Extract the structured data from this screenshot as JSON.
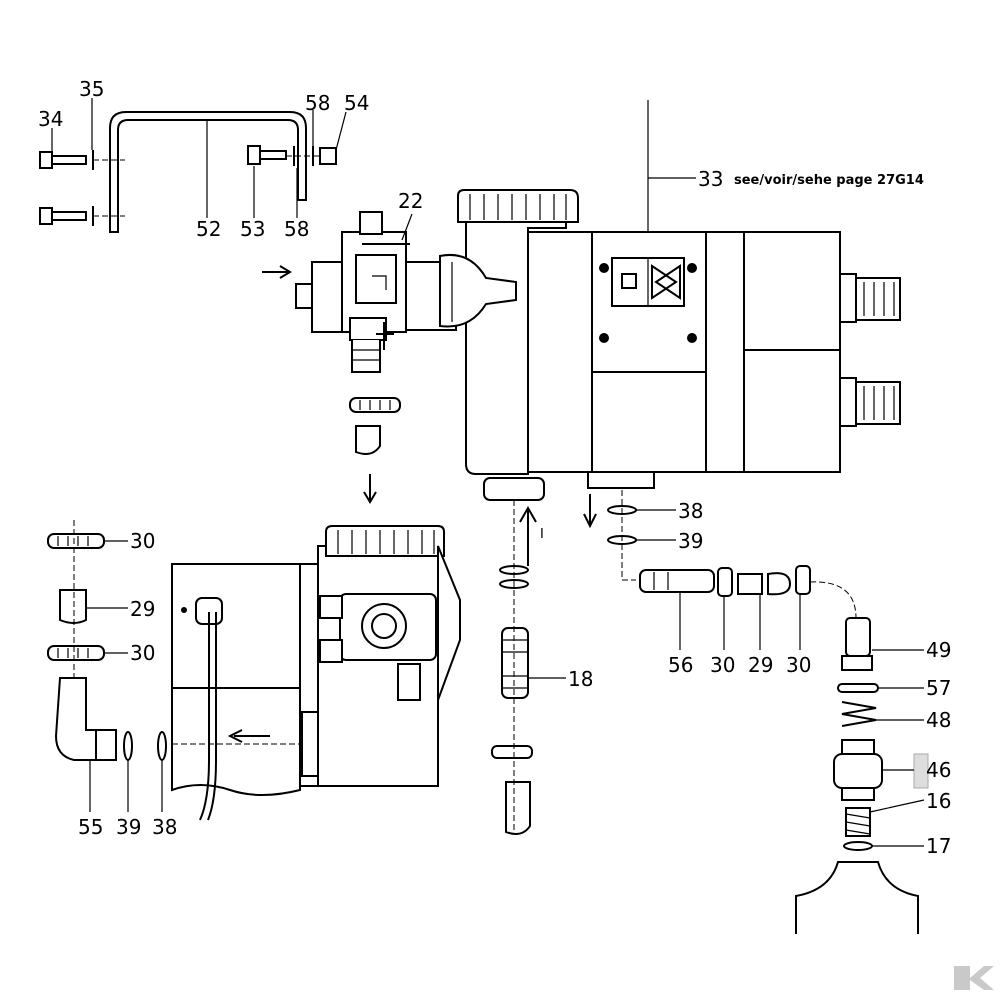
{
  "diagram": {
    "callouts": [
      {
        "id": "c34",
        "text": "34"
      },
      {
        "id": "c35",
        "text": "35"
      },
      {
        "id": "c58a",
        "text": "58"
      },
      {
        "id": "c54",
        "text": "54"
      },
      {
        "id": "c52",
        "text": "52"
      },
      {
        "id": "c53",
        "text": "53"
      },
      {
        "id": "c58b",
        "text": "58"
      },
      {
        "id": "c22",
        "text": "22"
      },
      {
        "id": "c33",
        "text": "33"
      },
      {
        "id": "c30a",
        "text": "30"
      },
      {
        "id": "c29a",
        "text": "29"
      },
      {
        "id": "c30b",
        "text": "30"
      },
      {
        "id": "c55",
        "text": "55"
      },
      {
        "id": "c39a",
        "text": "39"
      },
      {
        "id": "c38a",
        "text": "38"
      },
      {
        "id": "c38b",
        "text": "38"
      },
      {
        "id": "c39b",
        "text": "39"
      },
      {
        "id": "c18",
        "text": "18"
      },
      {
        "id": "c56",
        "text": "56"
      },
      {
        "id": "c30c",
        "text": "30"
      },
      {
        "id": "c29b",
        "text": "29"
      },
      {
        "id": "c30d",
        "text": "30"
      },
      {
        "id": "c49",
        "text": "49"
      },
      {
        "id": "c57",
        "text": "57"
      },
      {
        "id": "c48",
        "text": "48"
      },
      {
        "id": "c46",
        "text": "46"
      },
      {
        "id": "c16",
        "text": "16"
      },
      {
        "id": "c17",
        "text": "17"
      }
    ],
    "reference_note": "see/voir/sehe page 27G14",
    "flow_mark": "I"
  }
}
